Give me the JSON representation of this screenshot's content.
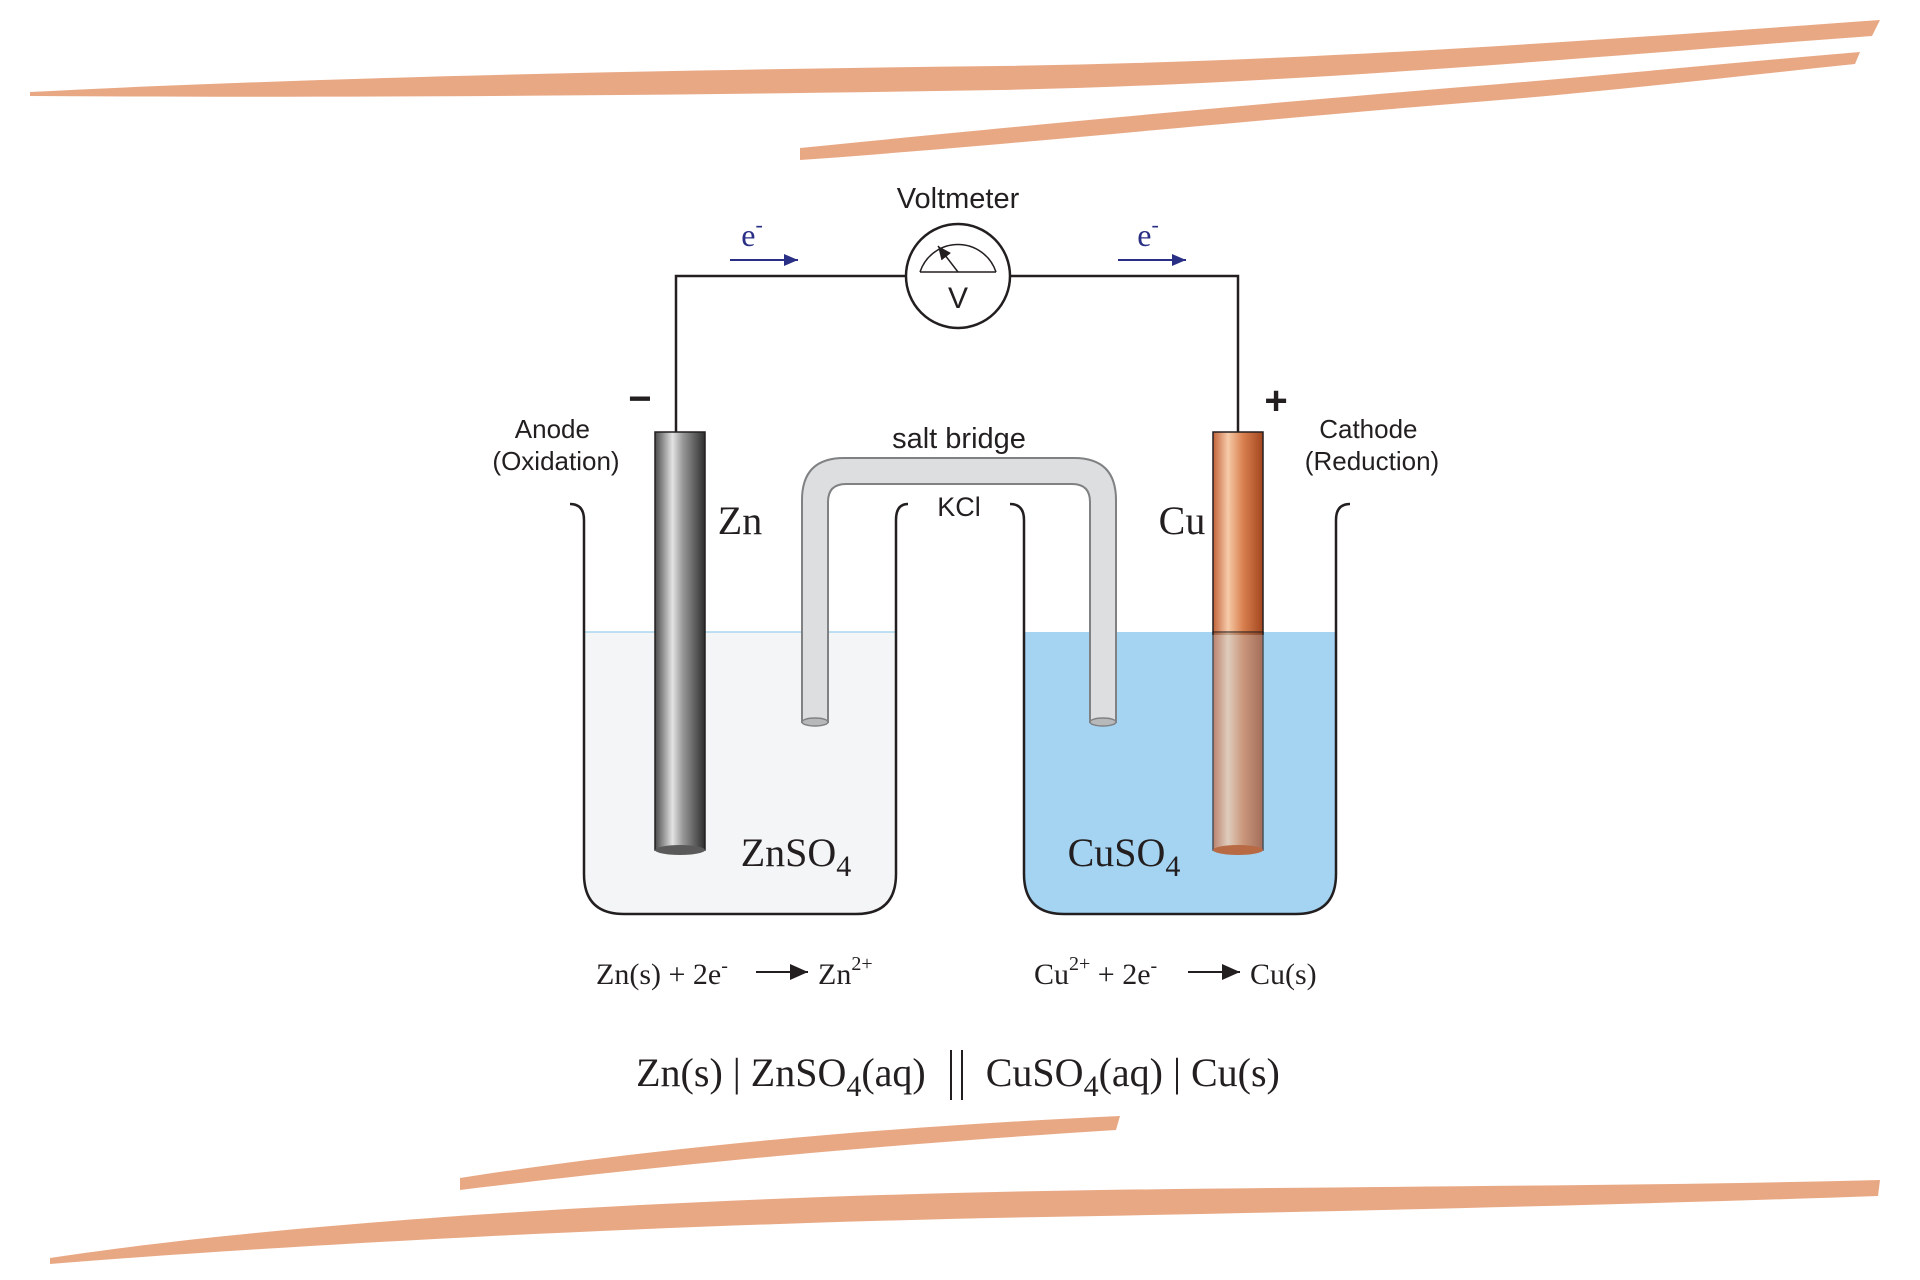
{
  "colors": {
    "brush": "#e9a884",
    "zn_solution": "#f4f5f6",
    "cu_solution": "#a5d4f2",
    "electron_text": "#2a2f86",
    "electron_arrow": "#2a2f86",
    "wire": "#231f20",
    "zinc_light": "#d9d9d9",
    "zinc_dark": "#3b3b3b",
    "copper_light": "#f3c7a6",
    "copper_dark": "#b7542a"
  },
  "voltmeter": {
    "label": "Voltmeter",
    "symbol": "V"
  },
  "electron_flow": {
    "left_label": "e",
    "right_label": "e",
    "charge": "-"
  },
  "anode": {
    "sign": "−",
    "label_line1": "Anode",
    "label_line2": "(Oxidation)",
    "metal": "Zn",
    "solution_main": "ZnSO",
    "solution_sub": "4"
  },
  "cathode": {
    "sign": "+",
    "label_line1": "Cathode",
    "label_line2": "(Reduction)",
    "metal": "Cu",
    "solution_main": "CuSO",
    "solution_sub": "4"
  },
  "salt_bridge": {
    "label": "salt bridge",
    "electrolyte": "KCl"
  },
  "half_reactions": {
    "anode": {
      "lhs": "Zn(s) + 2e",
      "lhs_sup": "-",
      "rhs": "Zn",
      "rhs_sup": "2+"
    },
    "cathode": {
      "lhs": "Cu",
      "lhs_sup": "2+",
      "lhs_rest": " + 2e",
      "lhs_rest_sup": "-",
      "rhs": "Cu(s)"
    }
  },
  "cell_notation": {
    "part1": "Zn(s) | ZnSO",
    "sub1": "4",
    "part2": "(aq)",
    "part3": " CuSO",
    "sub2": "4",
    "part4": "(aq) | Cu(s)"
  }
}
